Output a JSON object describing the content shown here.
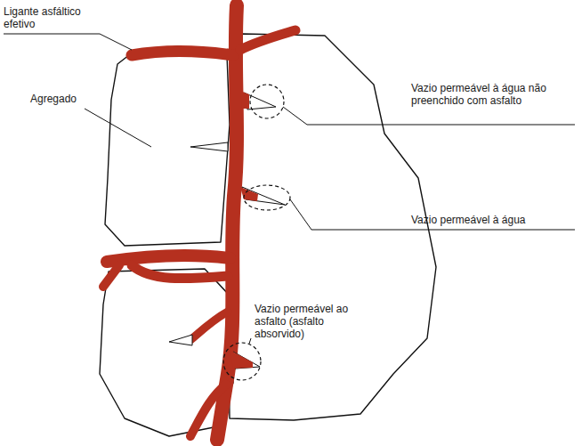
{
  "diagram": {
    "labels": [
      "Ligante asfáltico efetivo",
      "Vazio permeável à água não preenchido com asfalto",
      "Agregado",
      "Vazio permeável à água",
      "Vazio permeável ao asfalto (asfalto absorvido)"
    ]
  }
}
